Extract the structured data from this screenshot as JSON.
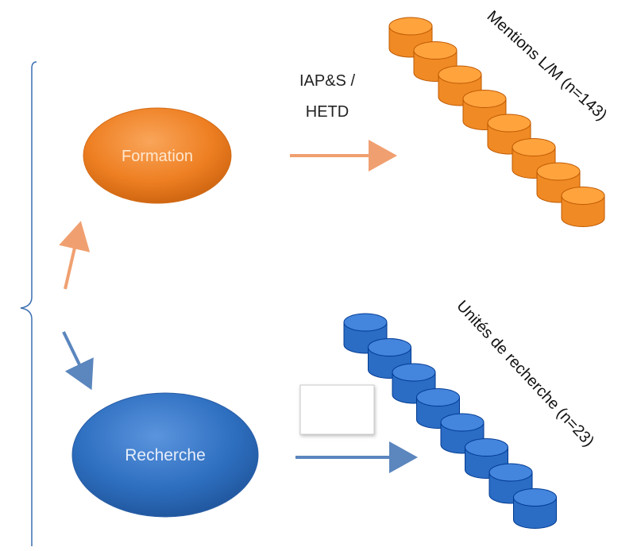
{
  "nodes": {
    "formation": {
      "label": "Formation",
      "color": "#E8782A"
    },
    "recherche": {
      "label": "Recherche",
      "color": "#2E6FC0"
    }
  },
  "arrow_label": {
    "line1": "IAP&S /",
    "line2": "HETD"
  },
  "stacks": {
    "mentions": {
      "label": "Mentions L/M (n=143)",
      "color": "#F08A24",
      "count": 8
    },
    "unites": {
      "label": "Unités de recherche (n=23)",
      "color": "#2B6CC4",
      "count": 8
    }
  },
  "colors": {
    "orange_arrow": "#F0A070",
    "blue_arrow": "#5B86BE",
    "brace": "#3A6FB0"
  }
}
